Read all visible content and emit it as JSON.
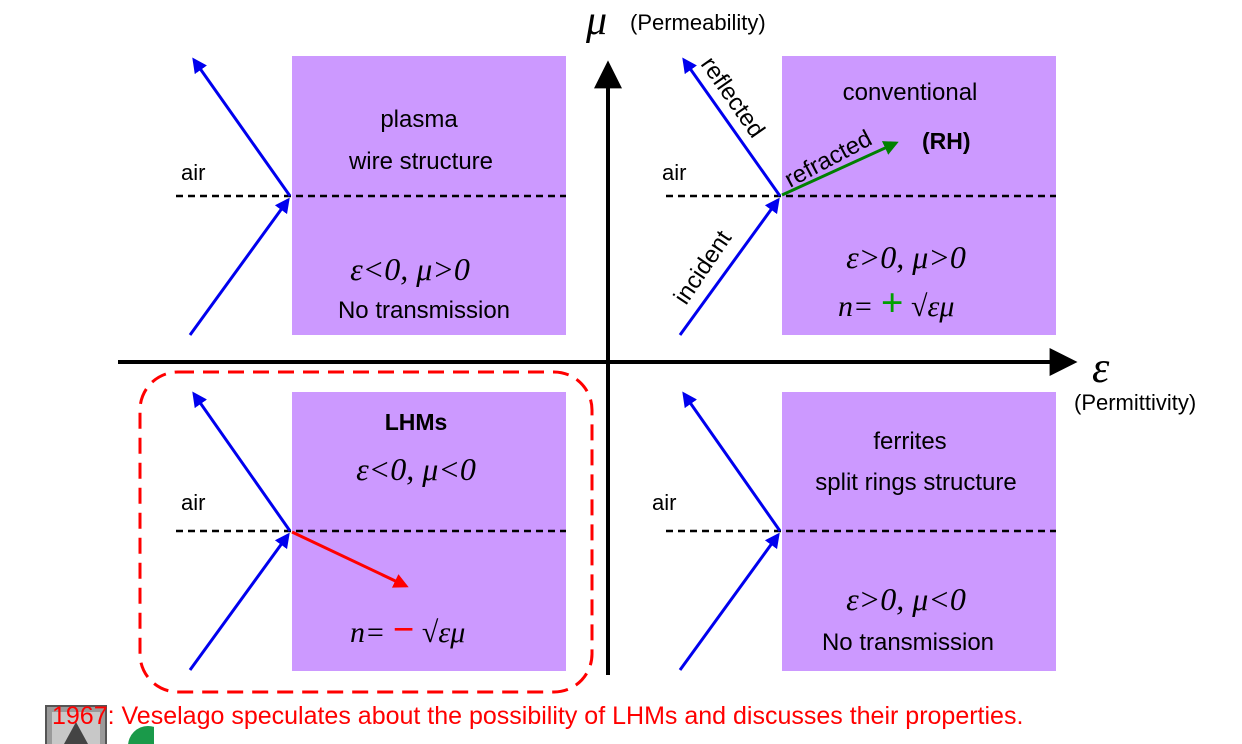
{
  "axes": {
    "mu_symbol": "μ",
    "mu_label": "(Permeability)",
    "eps_symbol": "ε",
    "eps_label": "(Permittivity)"
  },
  "quadrants": {
    "top_left": {
      "air": "air",
      "line1": "plasma",
      "line2": "wire structure",
      "condition": "ε<0, μ>0",
      "note": "No transmission"
    },
    "top_right": {
      "air": "air",
      "line1": "conventional",
      "tag": "(RH)",
      "reflected": "reflected",
      "refracted": "refracted",
      "incident": "incident",
      "condition": "ε>0, μ>0",
      "n_prefix": "n=",
      "n_sign": "+",
      "n_root": "√εμ"
    },
    "bottom_left": {
      "air": "air",
      "title": "LHMs",
      "condition": "ε<0, μ<0",
      "n_prefix": "n=",
      "n_sign": "−",
      "n_root": "√εμ"
    },
    "bottom_right": {
      "air": "air",
      "line1": "ferrites",
      "line2": "split rings structure",
      "condition": "ε>0, μ<0",
      "note": "No transmission"
    }
  },
  "footer": "1967: Veselago speculates about the possibility of LHMs and discusses their properties.",
  "colors": {
    "box": "#cc99ff",
    "ray": "#0000ee",
    "refracted_rh": "#008000",
    "refracted_lhm": "#ff0000",
    "highlight": "#ff0000",
    "plus_sign": "#00a000",
    "minus_sign": "#ff0000"
  }
}
